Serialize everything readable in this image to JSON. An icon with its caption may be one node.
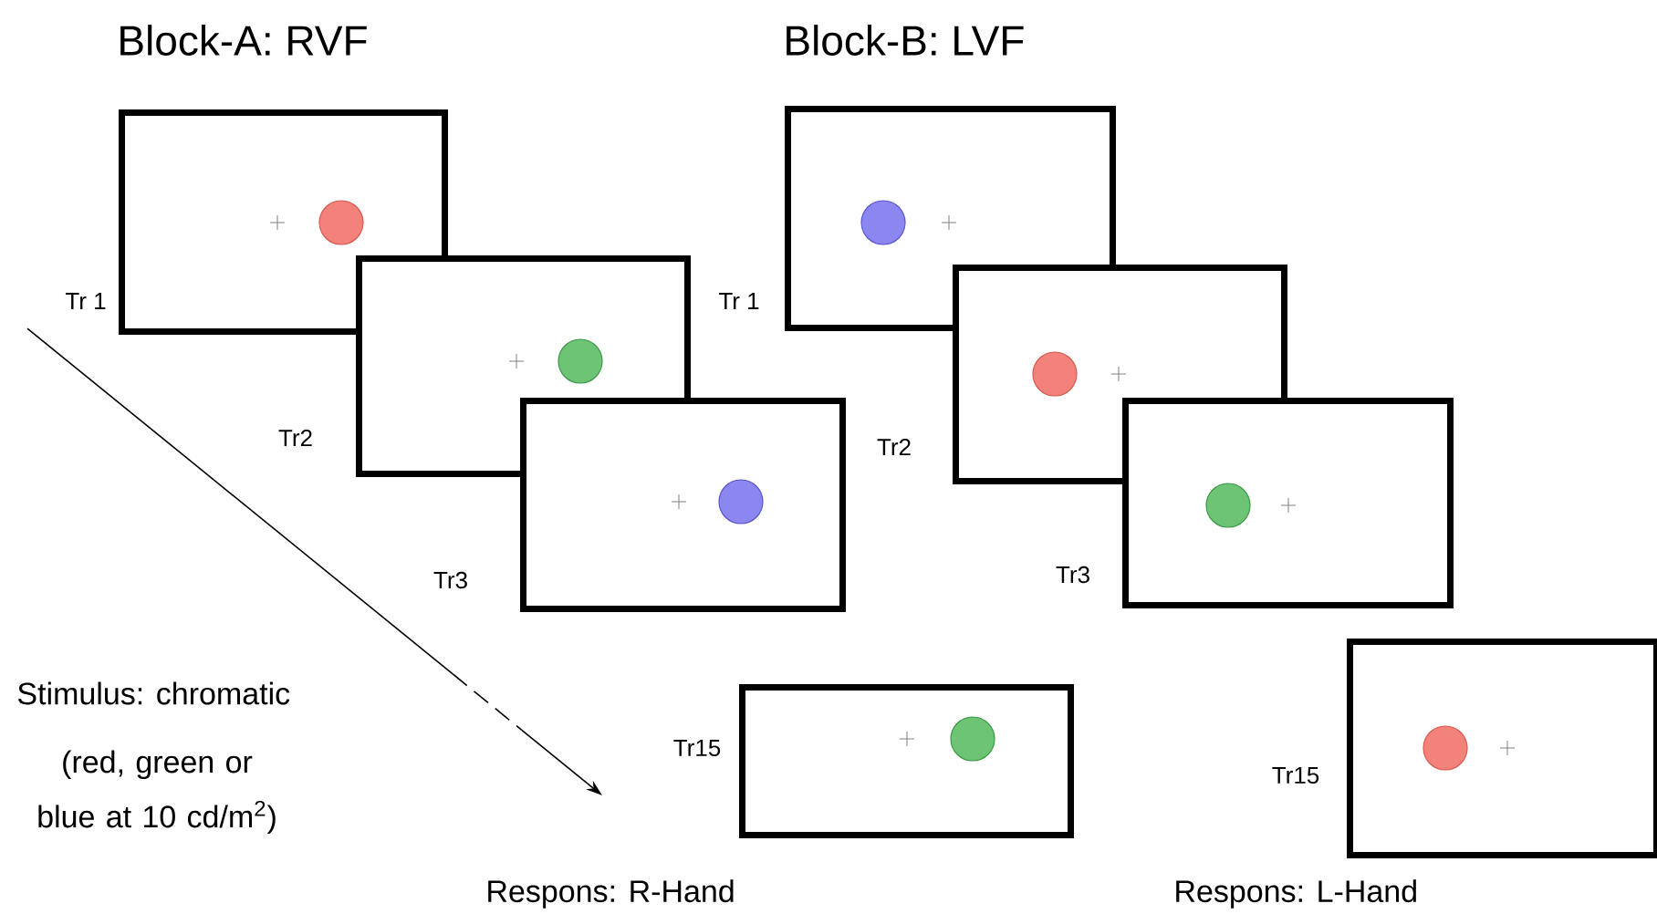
{
  "diagram": {
    "nodes": [
      {
        "text": [],
        "shape": "box",
        "beside": [
          "Tr 1"
        ]
      },
      {
        "text": [],
        "shape": "box",
        "beside": [
          "Tr2"
        ]
      },
      {
        "text": [],
        "shape": "box",
        "beside": [
          "Tr3"
        ]
      },
      {
        "text": [],
        "shape": "box",
        "beside": [
          "Tr15"
        ]
      },
      {
        "text": [],
        "shape": "box",
        "beside": [
          "Tr 1"
        ]
      },
      {
        "text": [],
        "shape": "box",
        "beside": [
          "Tr2"
        ]
      },
      {
        "text": [],
        "shape": "box",
        "beside": [
          "Tr3"
        ]
      },
      {
        "text": [],
        "shape": "box",
        "beside": [
          "Tr15"
        ]
      }
    ],
    "labels": [
      "Block-A: RVF",
      "Block-B: LVF",
      "Stimulus:  chromatic",
      "(red, green or blue at 10 cd/m$^{2}$)",
      "Respons: R-Hand",
      "Respons: L-Hand"
    ]
  }
}
